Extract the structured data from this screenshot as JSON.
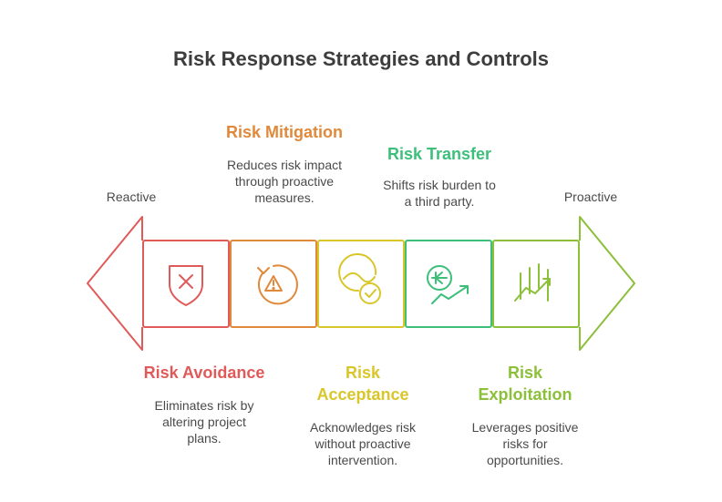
{
  "title": "Risk Response Strategies and Controls",
  "axis": {
    "left_label": "Reactive",
    "right_label": "Proactive"
  },
  "strategies": [
    {
      "heading": "Risk Avoidance",
      "description": "Eliminates risk by\naltering project\nplans.",
      "color": "#e05a5a",
      "icon": "shield-x-icon",
      "position": "below"
    },
    {
      "heading": "Risk Mitigation",
      "description": "Reduces risk impact\nthrough proactive\nmeasures.",
      "color": "#e0893a",
      "icon": "warning-refresh-icon",
      "position": "above"
    },
    {
      "heading": "Risk\nAcceptance",
      "description": "Acknowledges risk\nwithout proactive\nintervention.",
      "color": "#d9c62a",
      "icon": "check-wave-icon",
      "position": "below"
    },
    {
      "heading": "Risk Transfer",
      "description": "Shifts risk burden to\na third party.",
      "color": "#3dbf7a",
      "icon": "transfer-arrow-icon",
      "position": "above"
    },
    {
      "heading": "Risk\nExploitation",
      "description": "Leverages positive\nrisks for\nopportunities.",
      "color": "#8cbf3a",
      "icon": "growth-chart-icon",
      "position": "below"
    }
  ]
}
